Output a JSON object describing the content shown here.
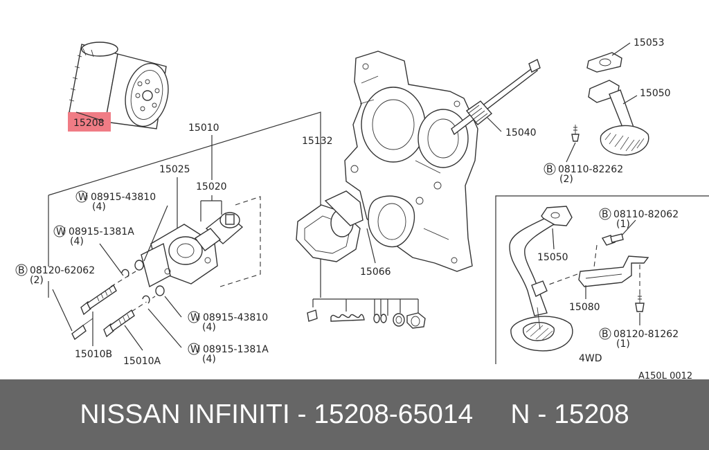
{
  "colors": {
    "highlight": "#f07c85",
    "footer_bg": "#666666",
    "footer_text": "#ffffff",
    "line": "#333333"
  },
  "labels": {
    "p15208": "15208",
    "p15010": "15010",
    "p15132": "15132",
    "p15025": "15025",
    "p15020": "15020",
    "w08915_43810_a": "08915-43810",
    "w08915_43810_a_qty": "(4)",
    "w08915_1381a_a": "08915-1381A",
    "w08915_1381a_a_qty": "(4)",
    "b08120_62062": "08120-62062",
    "b08120_62062_qty": "(2)",
    "p15010b": "15010B",
    "p15010a": "15010A",
    "w08915_43810_b": "08915-43810",
    "w08915_43810_b_qty": "(4)",
    "w08915_1381a_b": "08915-1381A",
    "w08915_1381a_b_qty": "(4)",
    "p15066": "15066",
    "p15040": "15040",
    "p15053": "15053",
    "p15050_top": "15050",
    "b08110_82262": "08110-82262",
    "b08110_82262_qty": "(2)",
    "b08110_82062": "08110-82062",
    "b08110_82062_qty": "(1)",
    "p15050_inset": "15050",
    "p15080": "15080",
    "b08120_81262": "08120-81262",
    "b08120_81262_qty": "(1)",
    "inset_4wd": "4WD",
    "ref_code": "A150L 0012"
  },
  "prefix": {
    "washer": "W",
    "bolt": "B"
  },
  "footer": {
    "text": "NISSAN INFINITI - 15208-65014     N - 15208"
  }
}
